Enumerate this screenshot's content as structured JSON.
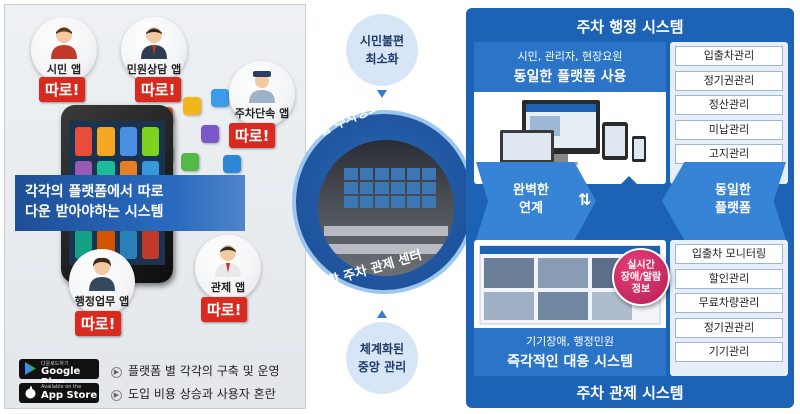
{
  "left": {
    "apps": [
      {
        "label": "시민 앱",
        "badge": "따로!"
      },
      {
        "label": "민원상담 앱",
        "badge": "따로!"
      },
      {
        "label": "주차단속 앱",
        "badge": "따로!"
      },
      {
        "label": "행정업무 앱",
        "badge": "따로!"
      },
      {
        "label": "관제 앱",
        "badge": "따로!"
      }
    ],
    "banner_line1": "각각의 플랫폼에서 따로",
    "banner_line2": "다운 받아야하는 시스템",
    "google_play_sub": "다운로드하기",
    "google_play": "Google Play",
    "app_store_sub": "Available on the",
    "app_store": "App Store",
    "notes": [
      "플랫폼 별 각각의 구축 및 운영",
      "도입 비용 상승과 사용자 혼란"
    ]
  },
  "center": {
    "top_circle_line1": "시민불편",
    "top_circle_line2": "최소화",
    "bottom_circle_line1": "체계화된",
    "bottom_circle_line2": "중앙 관리",
    "arc_top": "통합 주차정보시스템",
    "arc_bottom": "통합 주차 관제 센터"
  },
  "right": {
    "top_title": "주차 행정 시스템",
    "top_caption_small": "시민, 관리자, 현장요원",
    "top_caption_big": "동일한 플랫폼 사용",
    "top_menu": [
      "입출차관리",
      "정기권관리",
      "정산관리",
      "미납관리",
      "고지관리"
    ],
    "mid_left_line1": "완벽한",
    "mid_left_line2": "연계",
    "mid_right_line1": "동일한",
    "mid_right_line2": "플랫폼",
    "bottom_caption_small": "기기장애, 행정민원",
    "bottom_caption_big": "즉각적인 대응 시스템",
    "bottom_menu": [
      "입출차 모니터링",
      "할인관리",
      "무료차량관리",
      "정기권관리",
      "기기관리"
    ],
    "bottom_title": "주차 관제 시스템",
    "badge_line1": "실시간",
    "badge_line2": "장애/알람",
    "badge_line3": "정보"
  },
  "colors": {
    "brand_blue": "#1d63b5",
    "accent_red": "#d82a1f",
    "badge_pink": "#c92560"
  }
}
